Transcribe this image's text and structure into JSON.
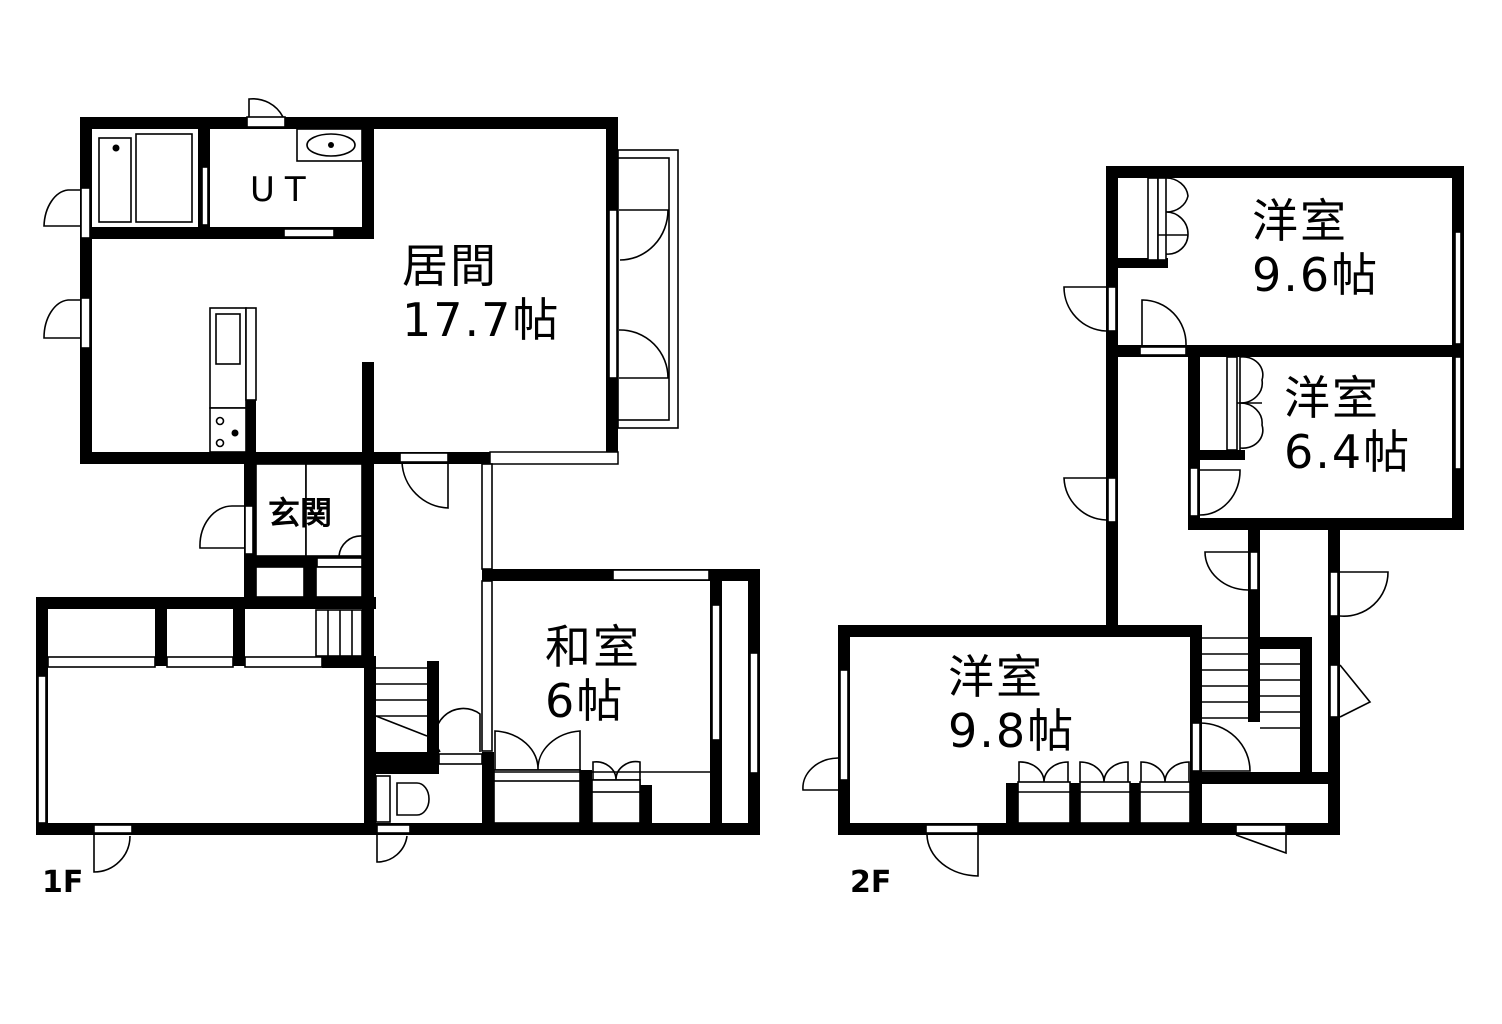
{
  "plan": {
    "floors": [
      {
        "id": "1F",
        "label": "1F",
        "rooms": [
          {
            "name": "UT",
            "size": ""
          },
          {
            "name": "居間",
            "size": "17.7帖"
          },
          {
            "name": "玄関",
            "size": ""
          },
          {
            "name": "和室",
            "size": "6帖"
          }
        ]
      },
      {
        "id": "2F",
        "label": "2F",
        "rooms": [
          {
            "name": "洋室",
            "size": "9.6帖"
          },
          {
            "name": "洋室",
            "size": "6.4帖"
          },
          {
            "name": "洋室",
            "size": "9.8帖"
          }
        ]
      }
    ],
    "colors": {
      "wall": "#000000",
      "background": "#ffffff"
    }
  }
}
